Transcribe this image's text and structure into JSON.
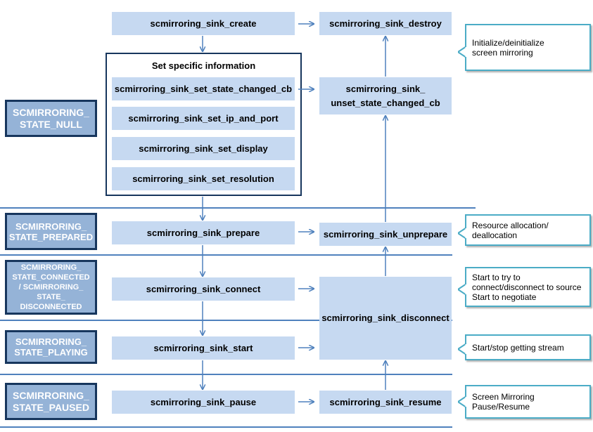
{
  "functions": {
    "create": "scmirroring_sink_create",
    "destroy": "scmirroring_sink_destroy",
    "set_state_changed_cb": "scmirroring_sink_set_state_changed_cb",
    "set_ip_and_port": "scmirroring_sink_set_ip_and_port",
    "set_display": "scmirroring_sink_set_display",
    "set_resolution": "scmirroring_sink_set_resolution",
    "unset_state_changed_cb_line1": "scmirroring_sink_",
    "unset_state_changed_cb_line2": "unset_state_changed_cb",
    "prepare": "scmirroring_sink_prepare",
    "unprepare": "scmirroring_sink_unprepare",
    "connect": "scmirroring_sink_connect",
    "disconnect": "scmirroring_sink_disconnect",
    "start": "scmirroring_sink_start",
    "pause": "scmirroring_sink_pause",
    "resume": "scmirroring_sink_resume"
  },
  "group": {
    "title": "Set specific information"
  },
  "states": {
    "null": [
      "SCMIRRORING_",
      "STATE_NULL"
    ],
    "prepared": [
      "SCMIRRORING_",
      "STATE_PREPARED"
    ],
    "connected": [
      "SCMIRRORING_",
      "STATE_CONNECTED",
      "/ SCMIRRORING_",
      "STATE_",
      "DISCONNECTED"
    ],
    "playing": [
      "SCMIRRORING_",
      "STATE_PLAYING"
    ],
    "paused": [
      "SCMIRRORING_",
      "STATE_PAUSED"
    ]
  },
  "notes": {
    "init": [
      "Initialize/deinitialize",
      "screen mirroring"
    ],
    "resource": [
      "Resource allocation/",
      "deallocation"
    ],
    "connect": [
      "Start to try to",
      "connect/disconnect to source",
      "Start to negotiate"
    ],
    "stream": [
      "Start/stop getting stream"
    ],
    "pause": [
      "Screen Mirroring",
      "Pause/Resume"
    ]
  },
  "colors": {
    "function_box": "#c6d9f1",
    "state_box": "#95b3d7",
    "state_border": "#17365d",
    "arrow": "#4f81bd",
    "note_border": "#4bacc6"
  }
}
